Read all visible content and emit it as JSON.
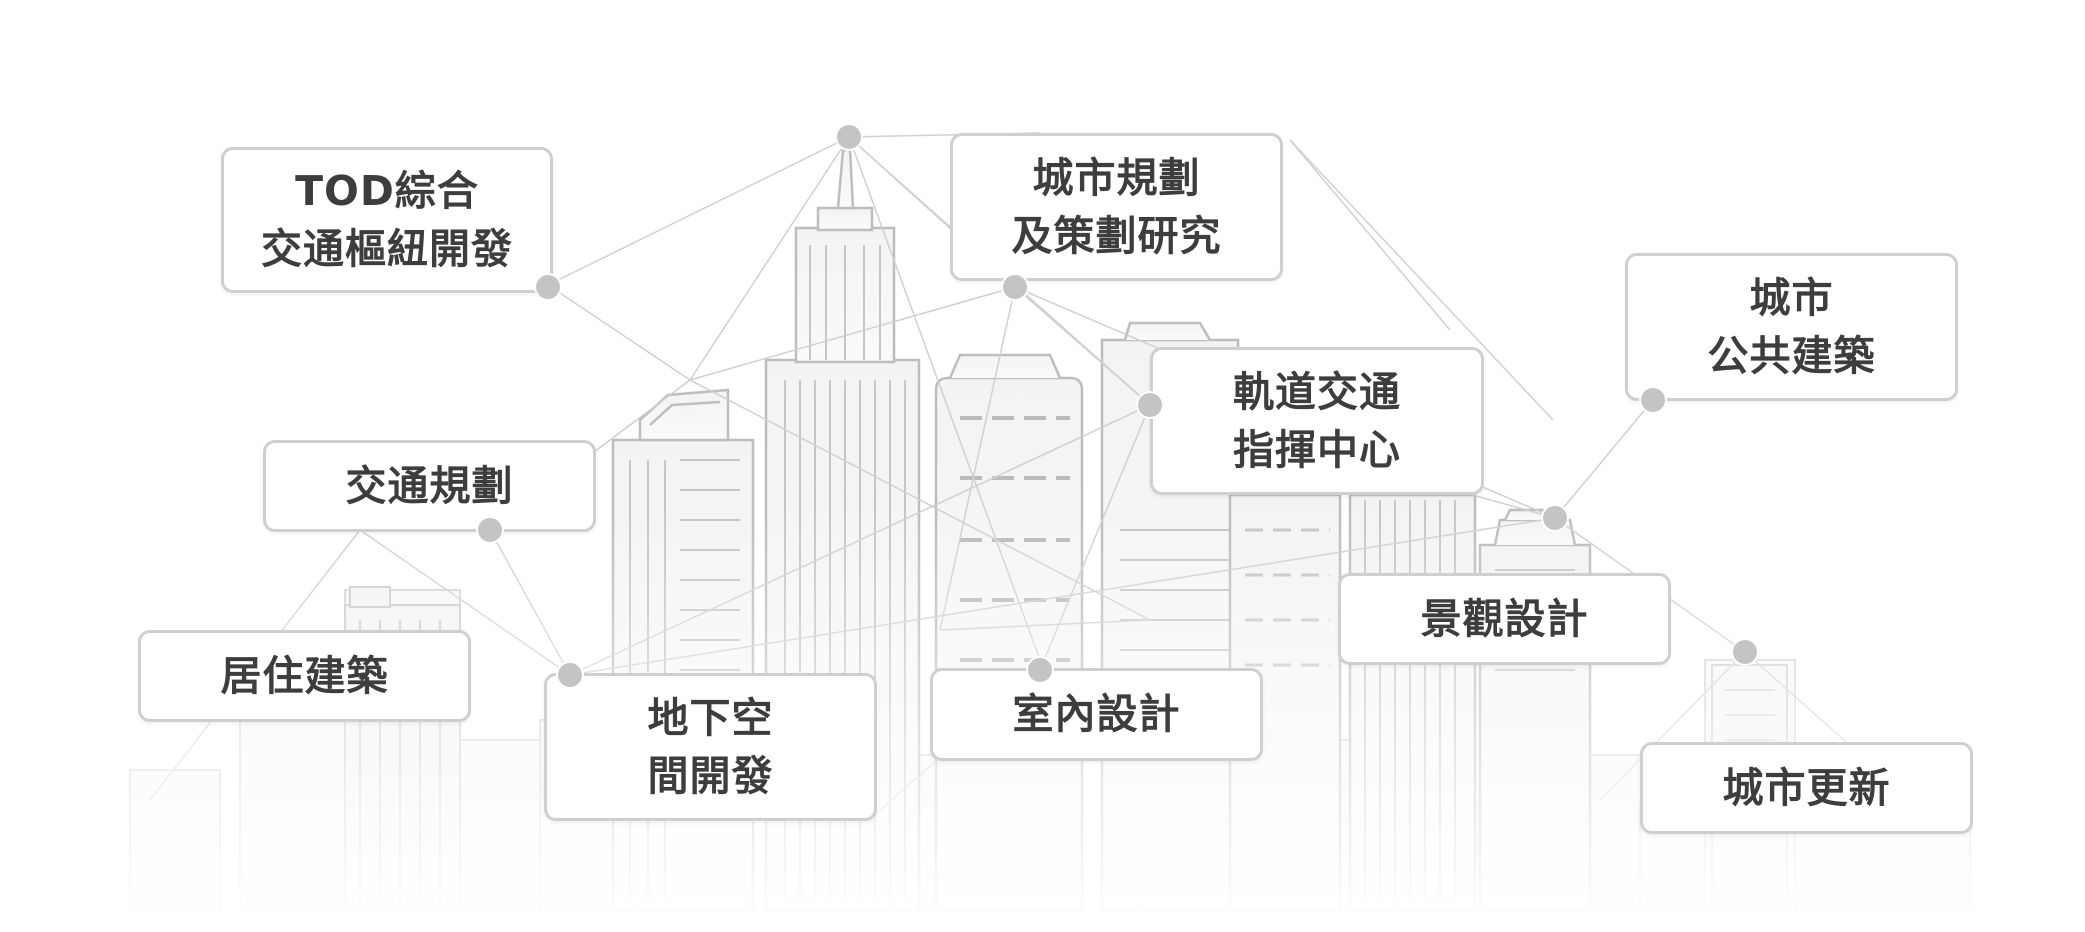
{
  "labels": {
    "tod_line1": "TOD綜合",
    "tod_line2": "交通樞紐開發",
    "urban_planning_line1": "城市規劃",
    "urban_planning_line2": "及策劃研究",
    "public_buildings_line1": "城市",
    "public_buildings_line2": "公共建築",
    "rail_control_line1": "軌道交通",
    "rail_control_line2": "指揮中心",
    "traffic_planning": "交通規劃",
    "residential": "居住建築",
    "underground_line1": "地下空",
    "underground_line2": "間開發",
    "interior": "室內設計",
    "landscape": "景觀設計",
    "urban_renewal": "城市更新"
  },
  "colors": {
    "box_border": "#cfcfcf",
    "node": "#c4c4c4",
    "text": "#3d3d3d",
    "building_line": "#bdbdbd",
    "network_line": "#d4d4d4"
  }
}
